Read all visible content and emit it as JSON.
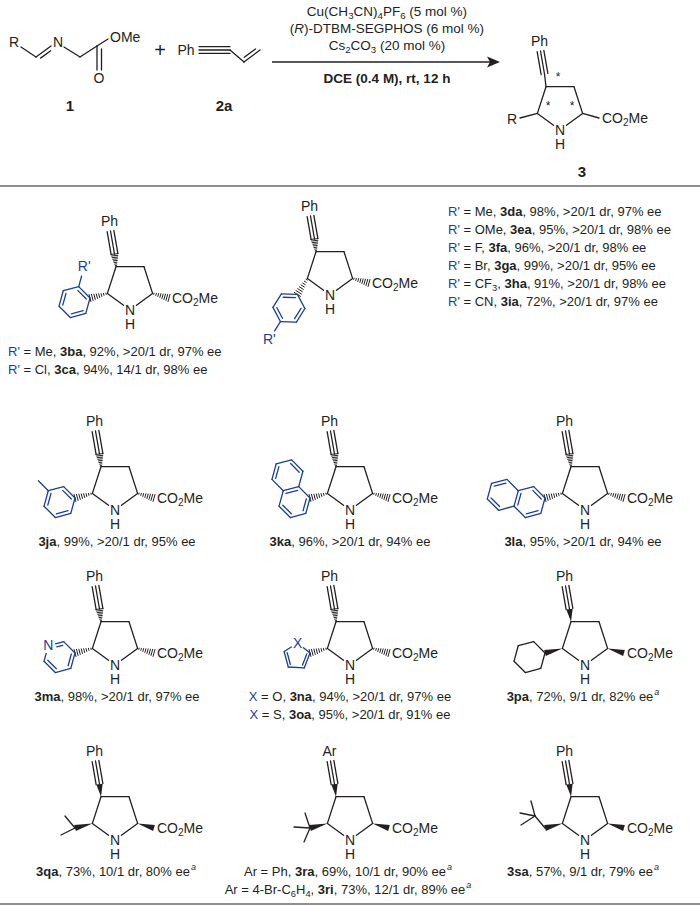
{
  "diagram": {
    "labels": [
      "R",
      "N",
      "O",
      "OMe",
      "1",
      "+",
      "Ph",
      "2a",
      "Cu(CH3CN)4PF6 (5 mol %)",
      "(R)-DTBM-SEGPHOS (6 mol %)",
      "Cs2CO3 (20 mol %)",
      "DCE (0.4 M), rt, 12 h",
      "Ph",
      "*",
      "*",
      "*",
      "R",
      "N",
      "H",
      "CO2Me",
      "3",
      "Ph",
      "R'",
      "N",
      "H",
      "CO2Me",
      "R' = Me, 3ba, 92%, >20/1 dr, 97% ee",
      "R' = Cl, 3ca, 94%, 14/1 dr, 98% ee",
      "Ph",
      "N",
      "H",
      "CO2Me",
      "R'",
      "R' = Me, 3da, 98%, >20/1 dr, 97% ee",
      "R' = OMe, 3ea, 95%, >20/1 dr, 98% ee",
      "R' = F, 3fa, 96%, >20/1 dr, 98% ee",
      "R' = Br, 3ga, 99%, >20/1 dr, 95% ee",
      "R' = CF3, 3ha, 91%, >20/1 dr, 98% ee",
      "R' = CN, 3ia, 72%, >20/1 dr, 97% ee",
      "Ph",
      "N",
      "H",
      "CO2Me",
      "3ja, 99%, >20/1 dr, 95% ee",
      "Ph",
      "N",
      "H",
      "CO2Me",
      "3ka, 96%, >20/1 dr, 94% ee",
      "Ph",
      "N",
      "H",
      "CO2Me",
      "3la, 95%, >20/1 dr, 94% ee",
      "Ph",
      "N",
      "N",
      "H",
      "CO2Me",
      "3ma, 98%, >20/1 dr, 97% ee",
      "Ph",
      "X",
      "N",
      "H",
      "CO2Me",
      "X = O, 3na, 94%, >20/1 dr, 97% ee",
      "X = S, 3oa, 95%, >20/1 dr, 91% ee",
      "Ph",
      "N",
      "H",
      "CO2Me",
      "3pa, 72%, 9/1 dr, 82% ee",
      "a",
      "Ph",
      "N",
      "H",
      "CO2Me",
      "3qa, 73%, 10/1 dr, 80% ee",
      "a",
      "Ar",
      "N",
      "H",
      "CO2Me",
      "Ar = Ph, 3ra, 69%, 10/1 dr, 90% ee",
      "a",
      "Ar = 4-Br-C6H4, 3ri, 73%, 12/1 dr, 89% ee",
      "a",
      "Ph",
      "N",
      "H",
      "CO2Me",
      "3sa, 57%, 9/1 dr, 79% ee",
      "a"
    ]
  }
}
